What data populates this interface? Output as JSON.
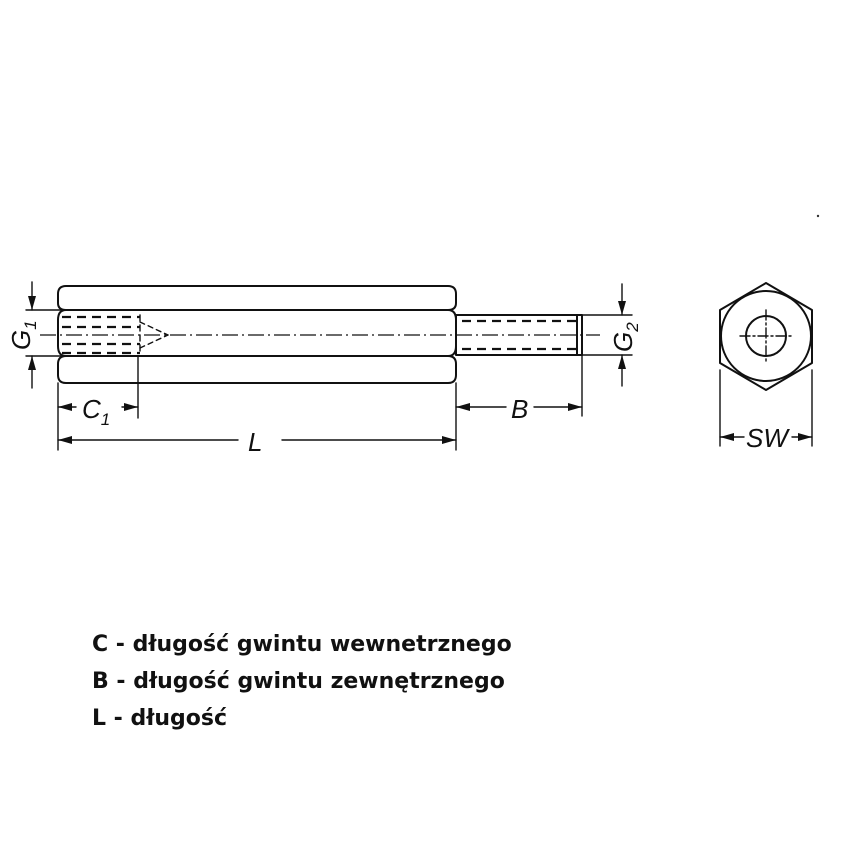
{
  "dimensions": {
    "g1": {
      "letter": "G",
      "sub": "1"
    },
    "g2": {
      "letter": "G",
      "sub": "2"
    },
    "c1": {
      "letter": "C",
      "sub": "1"
    },
    "b": "B",
    "l": "L",
    "sw": "SW"
  },
  "legend": [
    "C - długość gwintu wewnetrznego",
    "B - długość gwintu zewnętrznego",
    "L - długość"
  ]
}
